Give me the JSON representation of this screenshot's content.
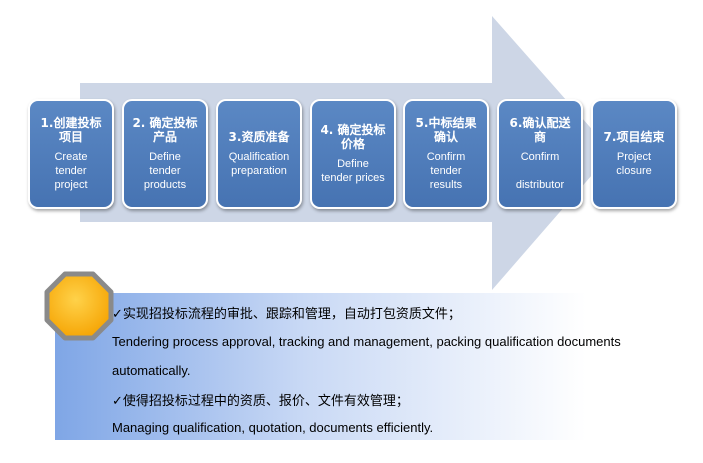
{
  "steps": [
    {
      "zh": "1.创建投标\n项目",
      "en": "Create\ntender\nproject"
    },
    {
      "zh": "2. 确定投标\n产品",
      "en": "Define\ntender\nproducts"
    },
    {
      "zh": "3.资质准备",
      "en": "Qualification\npreparation"
    },
    {
      "zh": "4. 确定投标\n价格",
      "en": "Define\ntender prices"
    },
    {
      "zh": "5.中标结果\n确认",
      "en": "Confirm\ntender\nresults"
    },
    {
      "zh": "6.确认配送\n商",
      "en": "Confirm\n\ndistributor"
    },
    {
      "zh": "7.项目结束",
      "en": "Project\nclosure"
    }
  ],
  "notes": [
    "✓实现招投标流程的审批、跟踪和管理，自动打包资质文件；",
    "Tendering process approval, tracking and management, packing qualification documents",
    "automatically.",
    "✓使得招投标过程中的资质、报价、文件有效管理；",
    "Managing qualification, quotation, documents efficiently."
  ],
  "colors": {
    "arrow": "#cdd6e6",
    "step_fill": "#4f7dbd",
    "octagon_fill": "#ffb300",
    "octagon_border": "#8a8a8a"
  }
}
